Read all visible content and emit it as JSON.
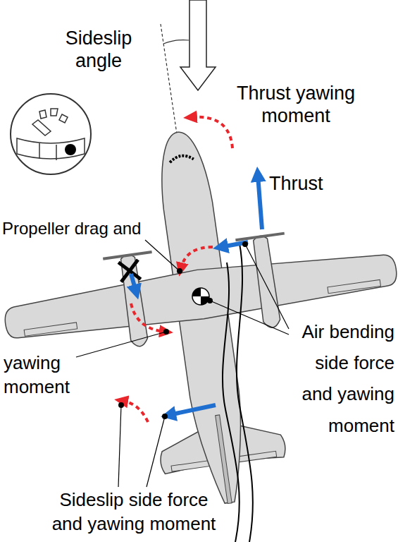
{
  "diagram": {
    "labels": [
      "Sideslip angle",
      "Thrust yawing moment",
      "Thrust",
      "Propeller drag and",
      "yawing moment",
      "Air bending side force and yawing moment",
      "Sideslip side force and yawing moment"
    ]
  }
}
